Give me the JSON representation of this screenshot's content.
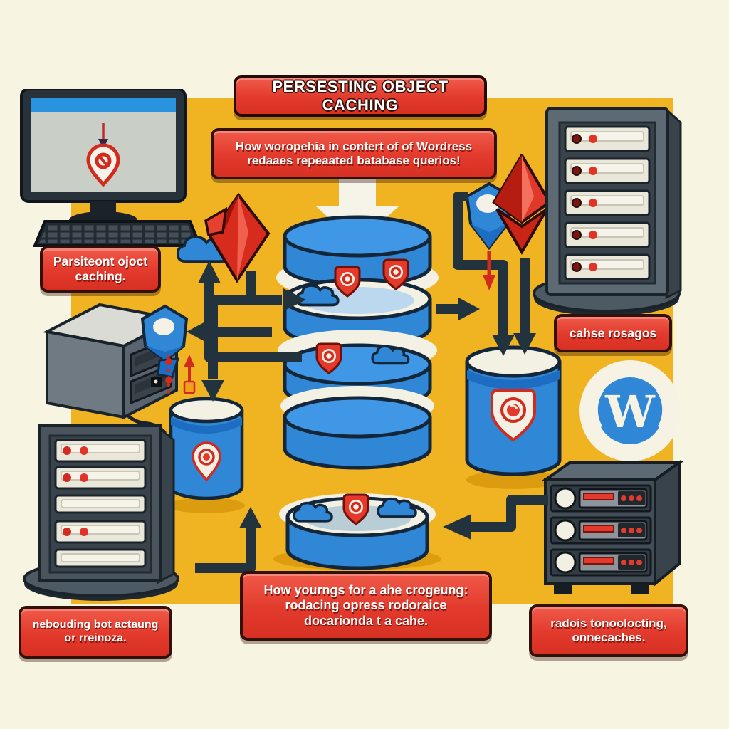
{
  "title": "PERSESTING OBJECT CACHING",
  "subtitle": {
    "line1": "How woropehia in contert of of Wordress",
    "line2": "redaaes repeaated batabase querios!"
  },
  "labels": {
    "persistent_object_caching": {
      "line1": "Parsiteont ojoct",
      "line2": "caching."
    },
    "cache_storage": {
      "text": "cahse rosagos"
    },
    "rebuilding": {
      "line1": "nebouding bot actaung",
      "line2": "or rreinoza."
    },
    "redis_caching": {
      "line1": "radois tonoolocting,",
      "line2": "onnecaches."
    },
    "how_caching_works": {
      "line1": "How yourngs for a ahe crogeung:",
      "line2": "rodacing opress rodoraice",
      "line3": "docarionda t a cahe."
    }
  },
  "colors": {
    "background_cream": "#f7f4e2",
    "panel_yellow": "#f0b322",
    "label_red": "#e23a2c",
    "database_blue": "#2f87d6",
    "arrow_dark": "#22333d",
    "server_grey": "#5d6a74",
    "rim_cream": "#f3f0e4",
    "wordpress_blue": "#2f87d6",
    "pin_red": "#d12a1e"
  },
  "icons": {
    "computer": "desktop-computer-with-cache-pin",
    "keyboard": "keyboard",
    "server_tower_top_right": "server-rack-5-bays",
    "server_tower_bottom_left": "server-rack-5-bays",
    "nas_box": "storage-box-2-bays",
    "database_stack": "stacked-database-disks-with-clouds-and-pins",
    "cache_cylinder_left": "cache-cylinder-with-pin-badge",
    "cache_cylinder_right": "cache-cylinder-with-shield-badge",
    "wordpress_logo": "wordpress-logo",
    "rack_server_bottom_right": "rack-server-3-units",
    "red_gem_left": "red-crystal",
    "red_gem_right": "red-crystal-ethereum-style",
    "blue_gem_left": "blue-lock-gem",
    "blue_gem_right": "blue-lock-gem",
    "cloud": "cloud-icon",
    "pin": "cache-location-pin",
    "down_arrow": "big-down-arrow"
  }
}
